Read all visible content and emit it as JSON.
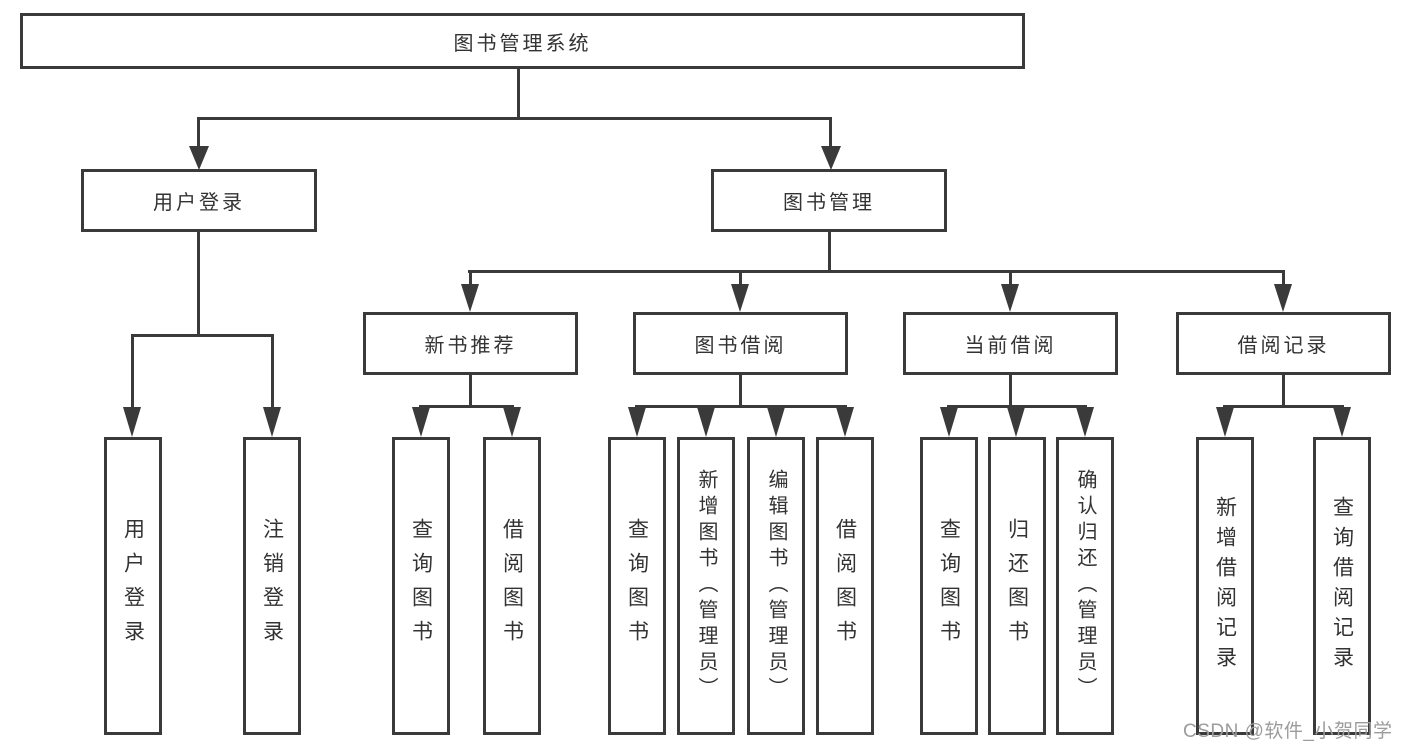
{
  "diagram_title": "图书管理系统",
  "tree": {
    "label": "图书管理系统",
    "children": [
      {
        "label": "用户登录",
        "children": [
          {
            "label": "用户登录"
          },
          {
            "label": "注销登录"
          }
        ]
      },
      {
        "label": "图书管理",
        "children": [
          {
            "label": "新书推荐",
            "children": [
              {
                "label": "查询图书"
              },
              {
                "label": "借阅图书"
              }
            ]
          },
          {
            "label": "图书借阅",
            "children": [
              {
                "label": "查询图书"
              },
              {
                "label": "新增图书（管理员）"
              },
              {
                "label": "编辑图书（管理员）"
              },
              {
                "label": "借阅图书"
              }
            ]
          },
          {
            "label": "当前借阅",
            "children": [
              {
                "label": "查询图书"
              },
              {
                "label": "归还图书"
              },
              {
                "label": "确认归还（管理员）"
              }
            ]
          },
          {
            "label": "借阅记录",
            "children": [
              {
                "label": "新增借阅记录"
              },
              {
                "label": "查询借阅记录"
              }
            ]
          }
        ]
      }
    ]
  },
  "watermark": {
    "text": "CSDN @软件_小贺同学"
  },
  "colors": {
    "line": "#3a3a3a",
    "text": "#333333",
    "background": "#ffffff",
    "watermark": "#9c9c9c"
  }
}
